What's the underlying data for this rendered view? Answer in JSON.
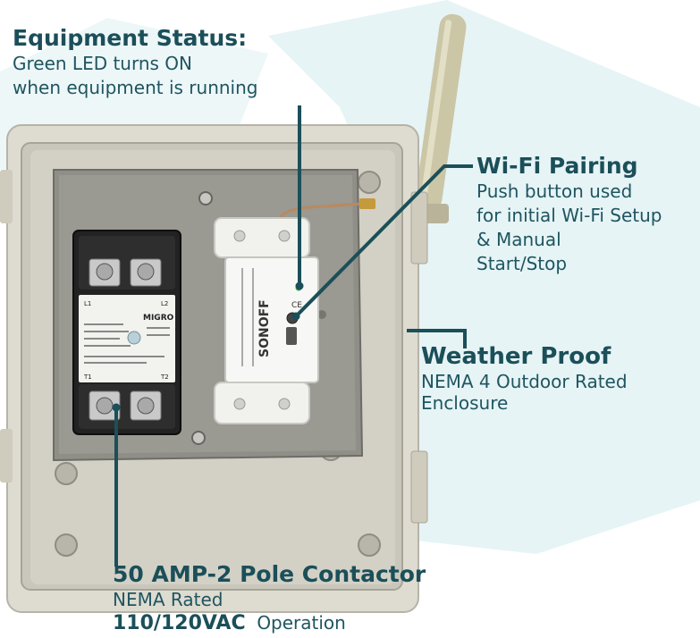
{
  "equipment_status": {
    "title": "Equipment Status:",
    "line1": "Green LED turns ON",
    "line2": "when equipment is running"
  },
  "wifi_pairing": {
    "title": "Wi-Fi Pairing",
    "line1": "Push button used",
    "line2": "for initial Wi-Fi Setup",
    "line3": "& Manual",
    "line4": "Start/Stop"
  },
  "weather_proof": {
    "title": "Weather Proof",
    "line1": "NEMA 4 Outdoor Rated",
    "line2": "Enclosure"
  },
  "contactor": {
    "title": "50 AMP-2 Pole Contactor",
    "line1": "NEMA Rated",
    "line2_strong": "110/120VAC",
    "line2_rest": "Operation"
  },
  "device_labels": {
    "brand": "MIGRO",
    "switch_brand": "SONOFF",
    "terminal_l1": "L1",
    "terminal_l2": "L2",
    "terminal_t1": "T1",
    "terminal_t2": "T2",
    "ce_mark": "CE"
  },
  "colors": {
    "text_teal": "#1f5560",
    "leader_line": "#1b4f59",
    "enclosure": "#d8d6cc",
    "backplate": "#8f8e87",
    "contactor_body": "#222222",
    "switch_body": "#f3f3f0",
    "background_shape": "#dceff2"
  }
}
